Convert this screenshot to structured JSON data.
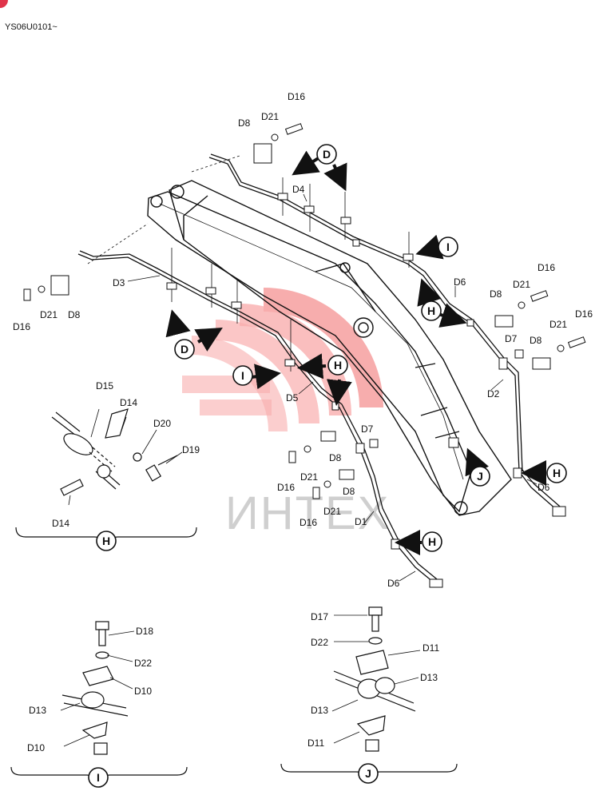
{
  "header": {
    "doc_code": "YS06U0101~"
  },
  "watermark": {
    "text": "ИНТЕХ",
    "color": "#f26b6b"
  },
  "labels": [
    {
      "id": "l1",
      "text": "D16"
    },
    {
      "id": "l2",
      "text": "D8"
    },
    {
      "id": "l3",
      "text": "D21"
    },
    {
      "id": "l4",
      "text": "D4"
    },
    {
      "id": "l5",
      "text": "D3"
    },
    {
      "id": "l6",
      "text": "D21"
    },
    {
      "id": "l7",
      "text": "D8"
    },
    {
      "id": "l8",
      "text": "D16"
    },
    {
      "id": "l9",
      "text": "D6"
    },
    {
      "id": "l10",
      "text": "D16"
    },
    {
      "id": "l11",
      "text": "D21"
    },
    {
      "id": "l12",
      "text": "D8"
    },
    {
      "id": "l13",
      "text": "D16"
    },
    {
      "id": "l14",
      "text": "D21"
    },
    {
      "id": "l15",
      "text": "D7"
    },
    {
      "id": "l16",
      "text": "D8"
    },
    {
      "id": "l17",
      "text": "D2"
    },
    {
      "id": "l18",
      "text": "D6"
    },
    {
      "id": "l19",
      "text": "D5"
    },
    {
      "id": "l20",
      "text": "D7"
    },
    {
      "id": "l21",
      "text": "D8"
    },
    {
      "id": "l22",
      "text": "D21"
    },
    {
      "id": "l23",
      "text": "D16"
    },
    {
      "id": "l24",
      "text": "D8"
    },
    {
      "id": "l25",
      "text": "D21"
    },
    {
      "id": "l26",
      "text": "D16"
    },
    {
      "id": "l27",
      "text": "D1"
    },
    {
      "id": "l28",
      "text": "D6"
    },
    {
      "id": "l29",
      "text": "D15"
    },
    {
      "id": "l30",
      "text": "D14"
    },
    {
      "id": "l31",
      "text": "D20"
    },
    {
      "id": "l32",
      "text": "D19"
    },
    {
      "id": "l33",
      "text": "D14"
    },
    {
      "id": "l34",
      "text": "D18"
    },
    {
      "id": "l35",
      "text": "D22"
    },
    {
      "id": "l36",
      "text": "D10"
    },
    {
      "id": "l37",
      "text": "D13"
    },
    {
      "id": "l38",
      "text": "D10"
    },
    {
      "id": "l39",
      "text": "D17"
    },
    {
      "id": "l40",
      "text": "D22"
    },
    {
      "id": "l41",
      "text": "D11"
    },
    {
      "id": "l42",
      "text": "D13"
    },
    {
      "id": "l43",
      "text": "D13"
    },
    {
      "id": "l44",
      "text": "D11"
    }
  ],
  "callouts": [
    {
      "id": "c1",
      "letter": "D"
    },
    {
      "id": "c2",
      "letter": "D"
    },
    {
      "id": "c3",
      "letter": "I"
    },
    {
      "id": "c4",
      "letter": "H"
    },
    {
      "id": "c5",
      "letter": "I"
    },
    {
      "id": "c6",
      "letter": "H"
    },
    {
      "id": "c7",
      "letter": "J"
    },
    {
      "id": "c8",
      "letter": "H"
    },
    {
      "id": "c9",
      "letter": "H"
    }
  ],
  "detail_views": [
    {
      "id": "dH",
      "letter": "H"
    },
    {
      "id": "dI",
      "letter": "I"
    },
    {
      "id": "dJ",
      "letter": "J"
    }
  ]
}
